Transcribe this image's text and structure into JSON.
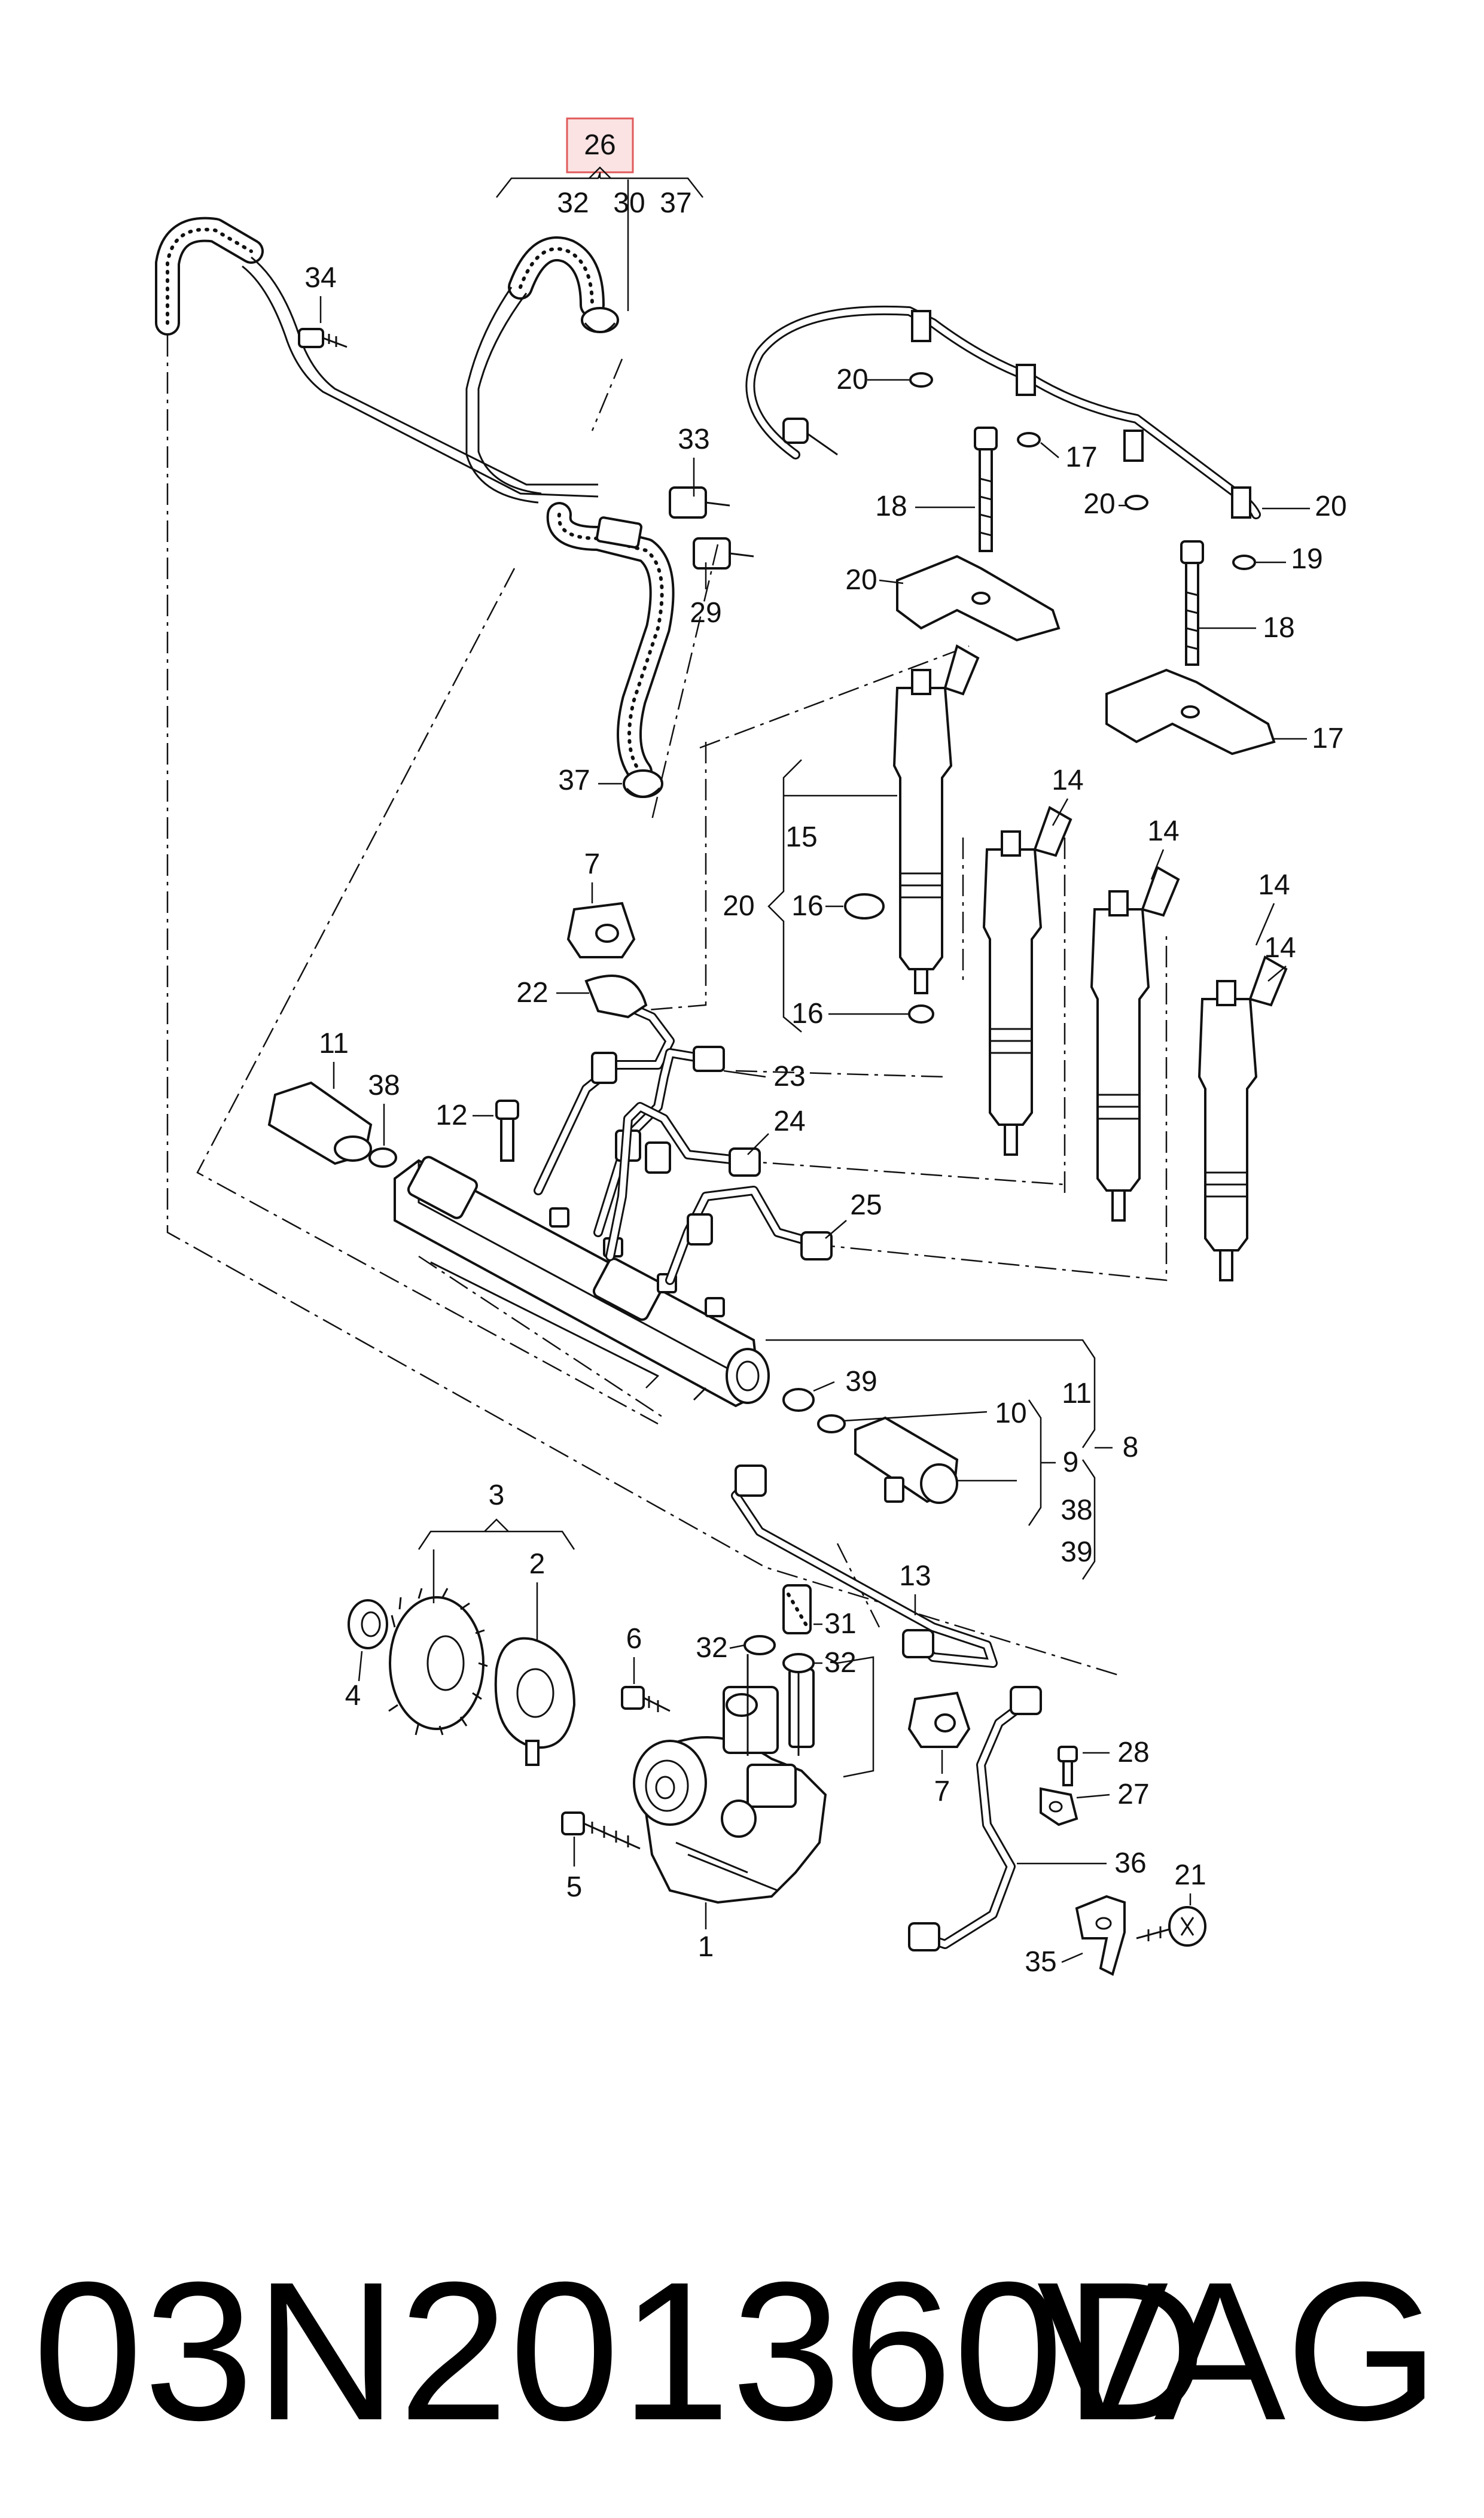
{
  "diagram": {
    "callouts": [
      "26",
      "32",
      "30",
      "37",
      "34",
      "33",
      "29",
      "37",
      "7",
      "22",
      "11",
      "38",
      "12",
      "23",
      "24",
      "25",
      "39",
      "10",
      "11",
      "9",
      "38",
      "39",
      "8",
      "20",
      "18",
      "17",
      "20",
      "20",
      "19",
      "20",
      "18",
      "17",
      "14",
      "20",
      "15",
      "16",
      "14",
      "14",
      "14",
      "3",
      "2",
      "4",
      "6",
      "5",
      "32",
      "31",
      "32",
      "13",
      "7",
      "28",
      "27",
      "21",
      "36",
      "35",
      "1"
    ]
  },
  "footer": {
    "part_number": "03N201360D",
    "brand": "VAG"
  },
  "colors": {
    "line": "#111111",
    "highlight_fill": "#fbe3e3",
    "highlight_stroke": "#e05a5a"
  }
}
